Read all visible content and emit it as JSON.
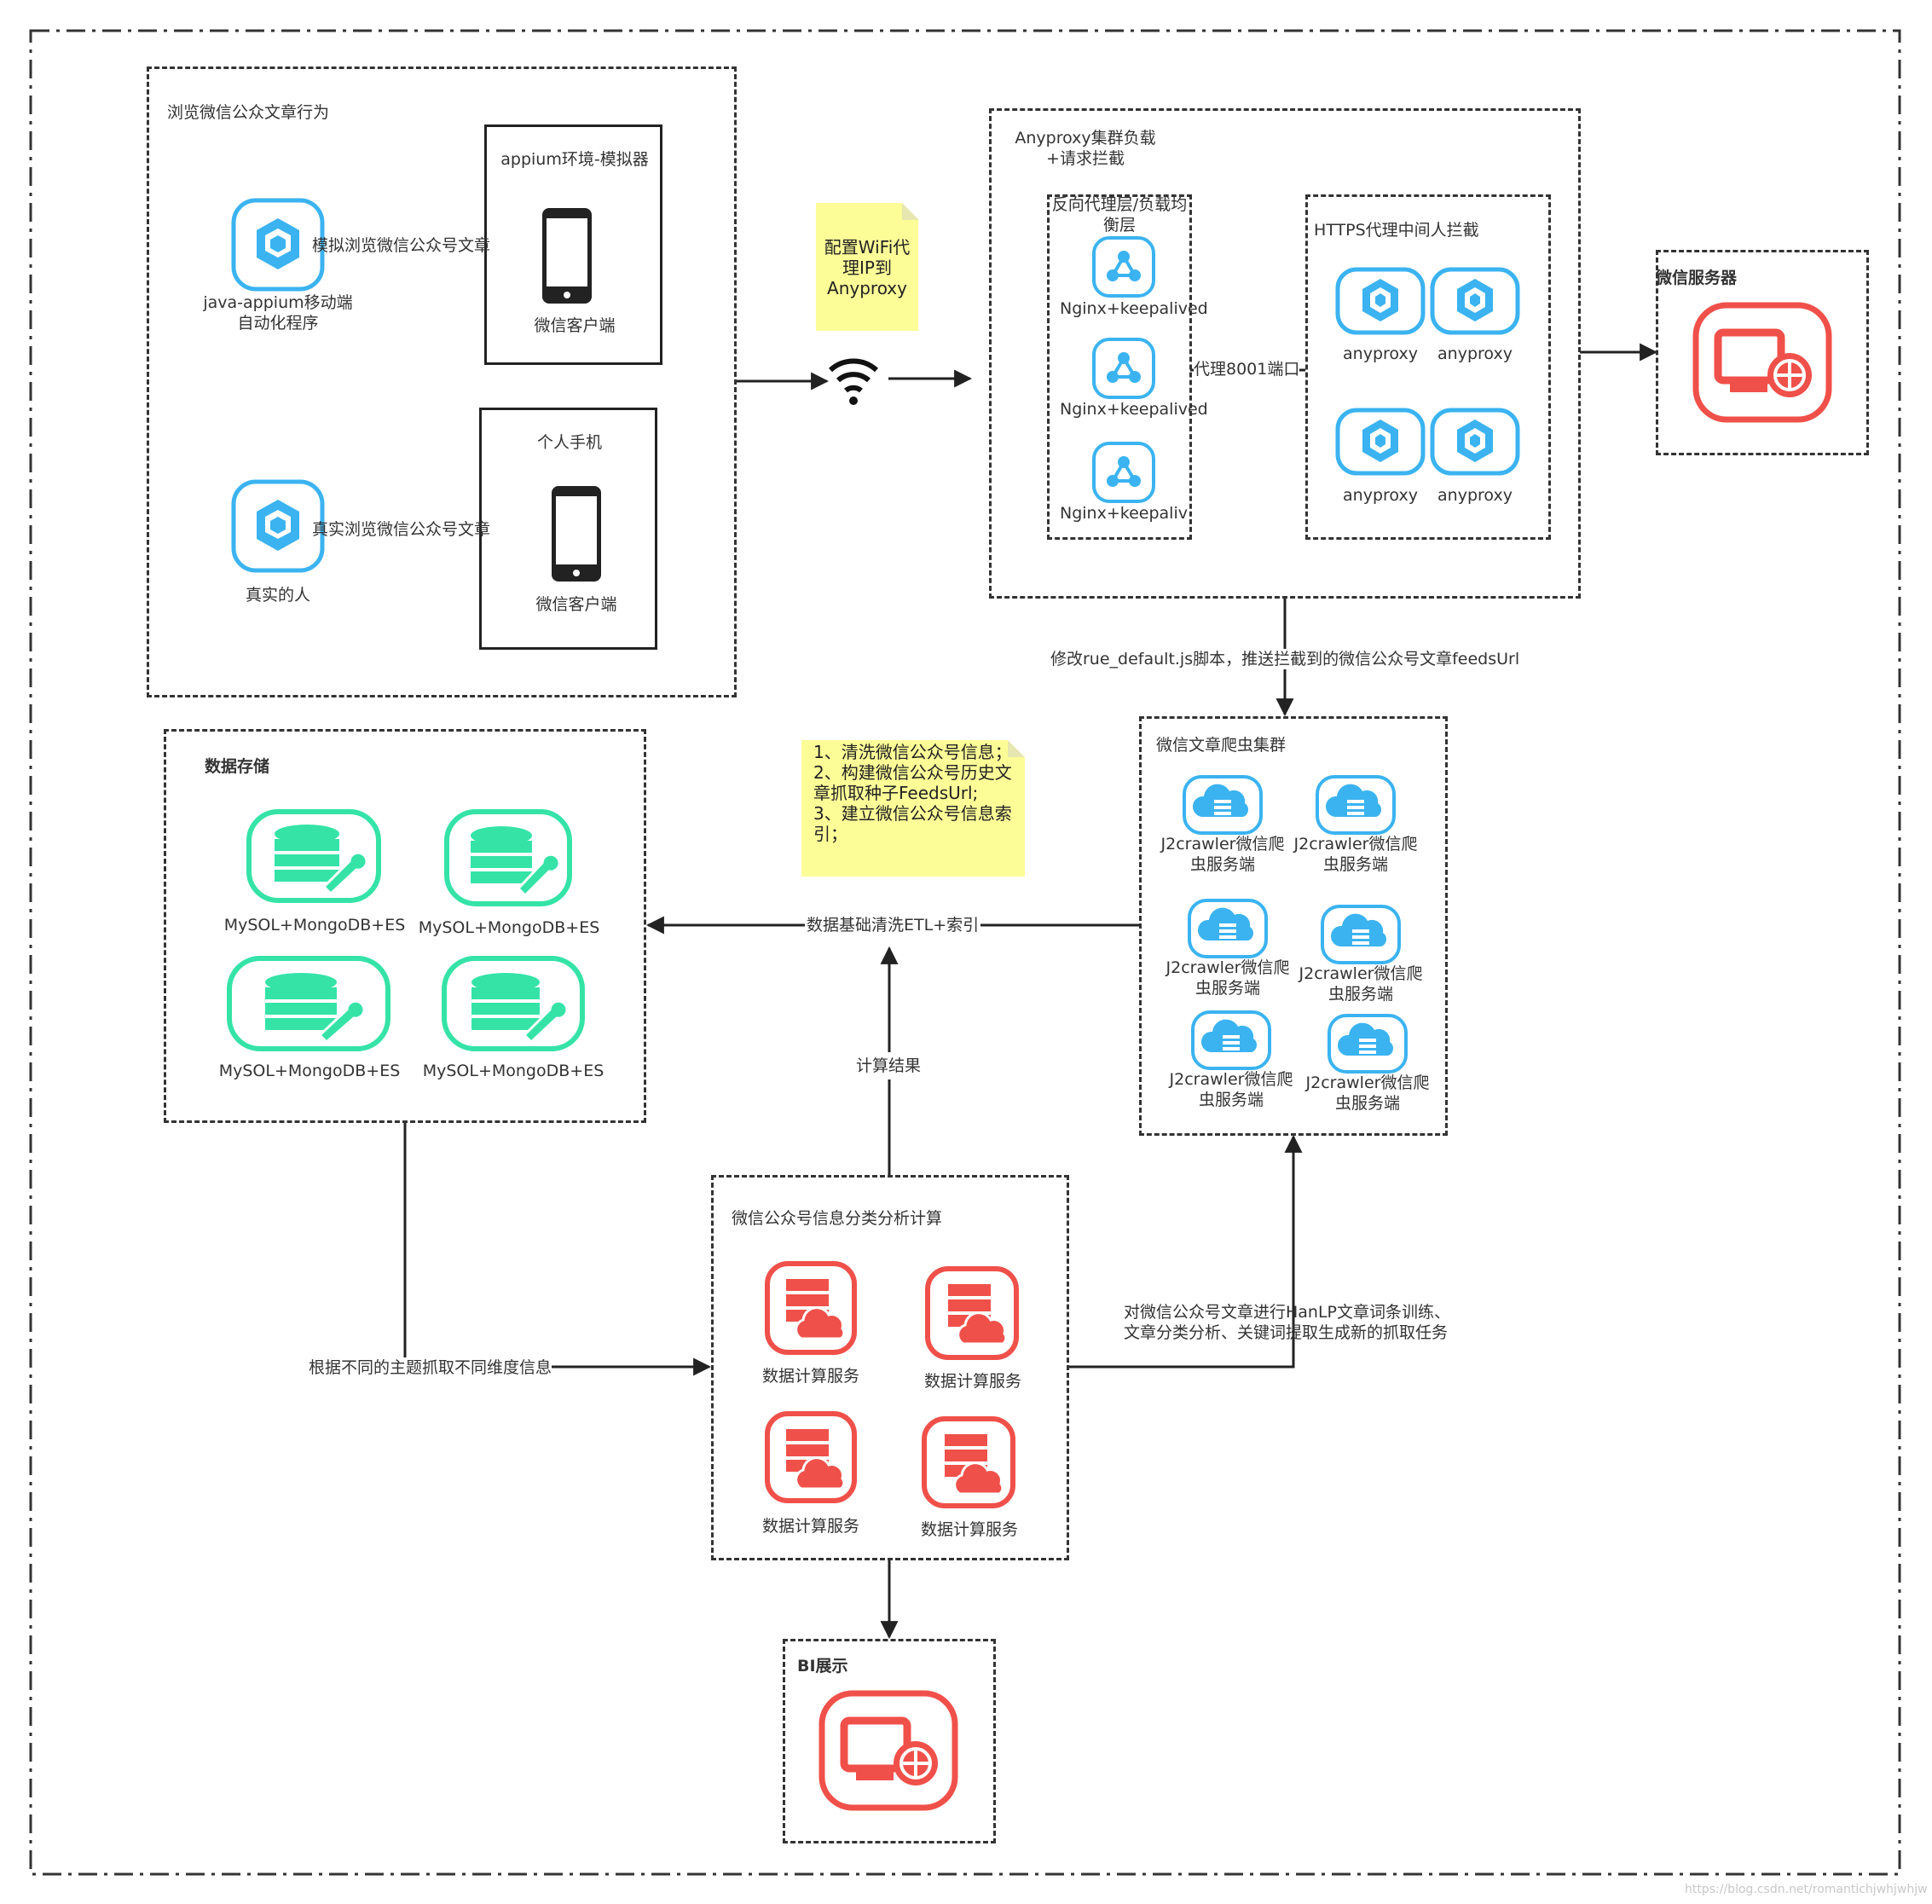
{
  "browse_group": {
    "title": "浏览微信公众文章行为",
    "simulator_title": "appium环境-模拟器",
    "simulator_client": "微信客户端",
    "java_program": "java-appium移动端自动化程序",
    "simulate_edge": "模拟浏览微信公众号文章",
    "phone_title": "个人手机",
    "phone_client": "微信客户端",
    "real_person": "真实的人",
    "real_edge": "真实浏览微信公众号文章"
  },
  "wifi_note": "配置WiFi代理IP到Anyproxy",
  "anyproxy_group": {
    "title": "Anyproxy集群负载+请求拦截",
    "reverse_title": "反向代理层/负载均衡层",
    "nginx": [
      "Nginx+keepalived",
      "Nginx+keepalived",
      "Nginx+keepalived"
    ],
    "port_edge": "代理8001端口",
    "https_title": "HTTPS代理中间人拦截",
    "anyproxy_nodes": [
      "anyproxy",
      "anyproxy",
      "anyproxy",
      "anyproxy"
    ]
  },
  "wechat_server": {
    "title": "微信服务器"
  },
  "push_edge": "修改rue_default.js脚本，推送拦截到的微信公众号文章feedsUrl",
  "crawler_group": {
    "title": "微信文章爬虫集群",
    "nodes": [
      "J2crawler微信爬虫服务端",
      "J2crawler微信爬虫服务端",
      "J2crawler微信爬虫服务端",
      "J2crawler微信爬虫服务端",
      "J2crawler微信爬虫服务端",
      "J2crawler微信爬虫服务端"
    ]
  },
  "etl_note": [
    "1、清洗微信公众号信息；",
    "2、构建微信公众号历史文章抓取种子FeedsUrl;",
    "3、建立微信公众号信息索引；"
  ],
  "etl_edge": "数据基础清洗ETL+索引",
  "storage_group": {
    "title": "数据存储",
    "nodes": [
      "MySOL+MongoDB+ES",
      "MySOL+MongoDB+ES",
      "MySOL+MongoDB+ES",
      "MySOL+MongoDB+ES"
    ]
  },
  "calc_result_edge": "计算结果",
  "fetch_edge": "根据不同的主题抓取不同维度信息",
  "compute_group": {
    "title": "微信公众号信息分类分析计算",
    "nodes": [
      "数据计算服务",
      "数据计算服务",
      "数据计算服务",
      "数据计算服务"
    ]
  },
  "hanlp_edge": "对微信公众号文章进行HanLP文章词条训练、文章分类分析、关键词提取生成新的抓取任务",
  "bi_group": {
    "title": "BI展示"
  },
  "watermark": "https://blog.csdn.net/romantichjwhjwhjw",
  "colors": {
    "blue": "#3bb3f0",
    "green": "#35e3a7",
    "red": "#f0504a",
    "note": "#fdfd98"
  }
}
